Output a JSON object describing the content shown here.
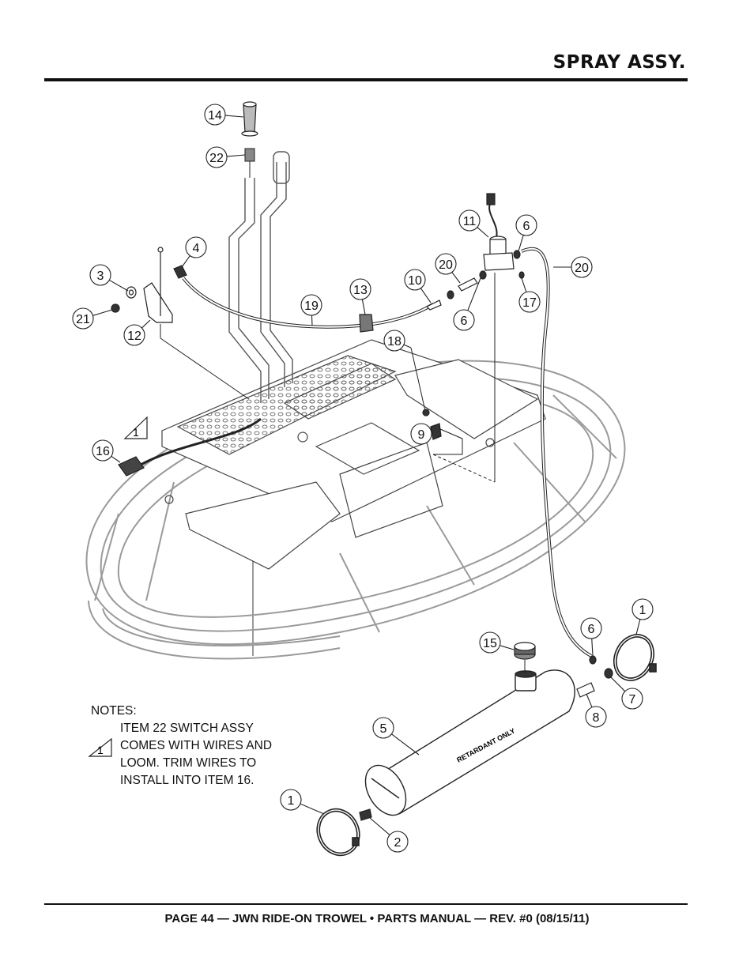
{
  "header": {
    "title": "SPRAY ASSY."
  },
  "footer": {
    "text": "PAGE 44 — JWN RIDE-ON TROWEL • PARTS MANUAL — REV. #0 (08/15/11)"
  },
  "callouts": [
    {
      "id": "c14",
      "label": "14"
    },
    {
      "id": "c22",
      "label": "22"
    },
    {
      "id": "c11",
      "label": "11"
    },
    {
      "id": "c6a",
      "label": "6"
    },
    {
      "id": "c20a",
      "label": "20"
    },
    {
      "id": "c20b",
      "label": "20"
    },
    {
      "id": "c4",
      "label": "4"
    },
    {
      "id": "c3",
      "label": "3"
    },
    {
      "id": "c21",
      "label": "21"
    },
    {
      "id": "c12",
      "label": "12"
    },
    {
      "id": "c13",
      "label": "13"
    },
    {
      "id": "c10",
      "label": "10"
    },
    {
      "id": "c19",
      "label": "19"
    },
    {
      "id": "c6b",
      "label": "6"
    },
    {
      "id": "c17",
      "label": "17"
    },
    {
      "id": "c18",
      "label": "18"
    },
    {
      "id": "c9",
      "label": "9"
    },
    {
      "id": "c16",
      "label": "16"
    },
    {
      "id": "c1a",
      "label": "1"
    },
    {
      "id": "c6c",
      "label": "6"
    },
    {
      "id": "c7",
      "label": "7"
    },
    {
      "id": "c8",
      "label": "8"
    },
    {
      "id": "c15",
      "label": "15"
    },
    {
      "id": "c5",
      "label": "5"
    },
    {
      "id": "c1b",
      "label": "1"
    },
    {
      "id": "c2",
      "label": "2"
    }
  ],
  "tank_text": "RETARDANT ONLY",
  "note_flag": "1",
  "notes": {
    "header": "NOTES:",
    "lines": [
      "ITEM 22 SWITCH ASSY",
      "COMES WITH WIRES AND",
      "LOOM. TRIM WIRES TO",
      "INSTALL INTO ITEM 16."
    ]
  }
}
